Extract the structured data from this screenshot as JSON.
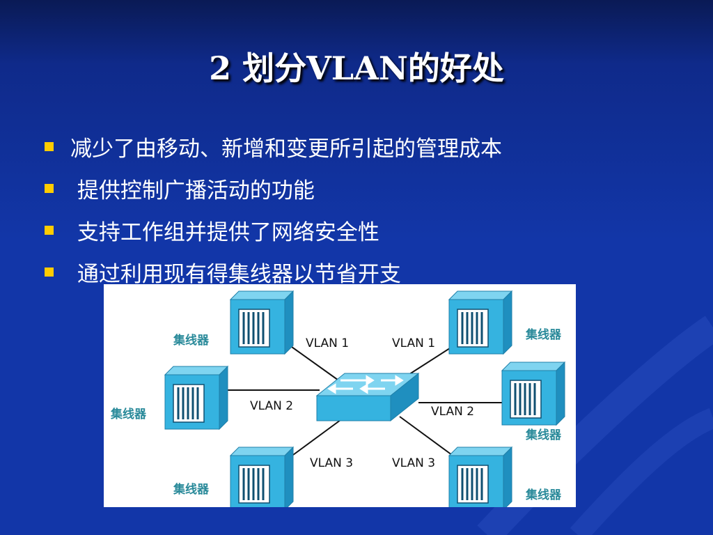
{
  "slide": {
    "title": "2 划分VLAN的好处",
    "bullets": [
      "减少了由移动、新增和变更所引起的管理成本",
      " 提供控制广播活动的功能",
      " 支持工作组并提供了网络安全性",
      " 通过利用现有得集线器以节省开支"
    ]
  },
  "diagram": {
    "hub_label": "集线器",
    "vlan_labels": [
      "VLAN 1",
      "VLAN 1",
      "VLAN 2",
      "VLAN 2",
      "VLAN 3",
      "VLAN 3"
    ]
  },
  "colors": {
    "background": "#1236a8",
    "bullet": "#ffcc00",
    "device": "#35b3e0",
    "hub_label": "#2a8a9a"
  }
}
